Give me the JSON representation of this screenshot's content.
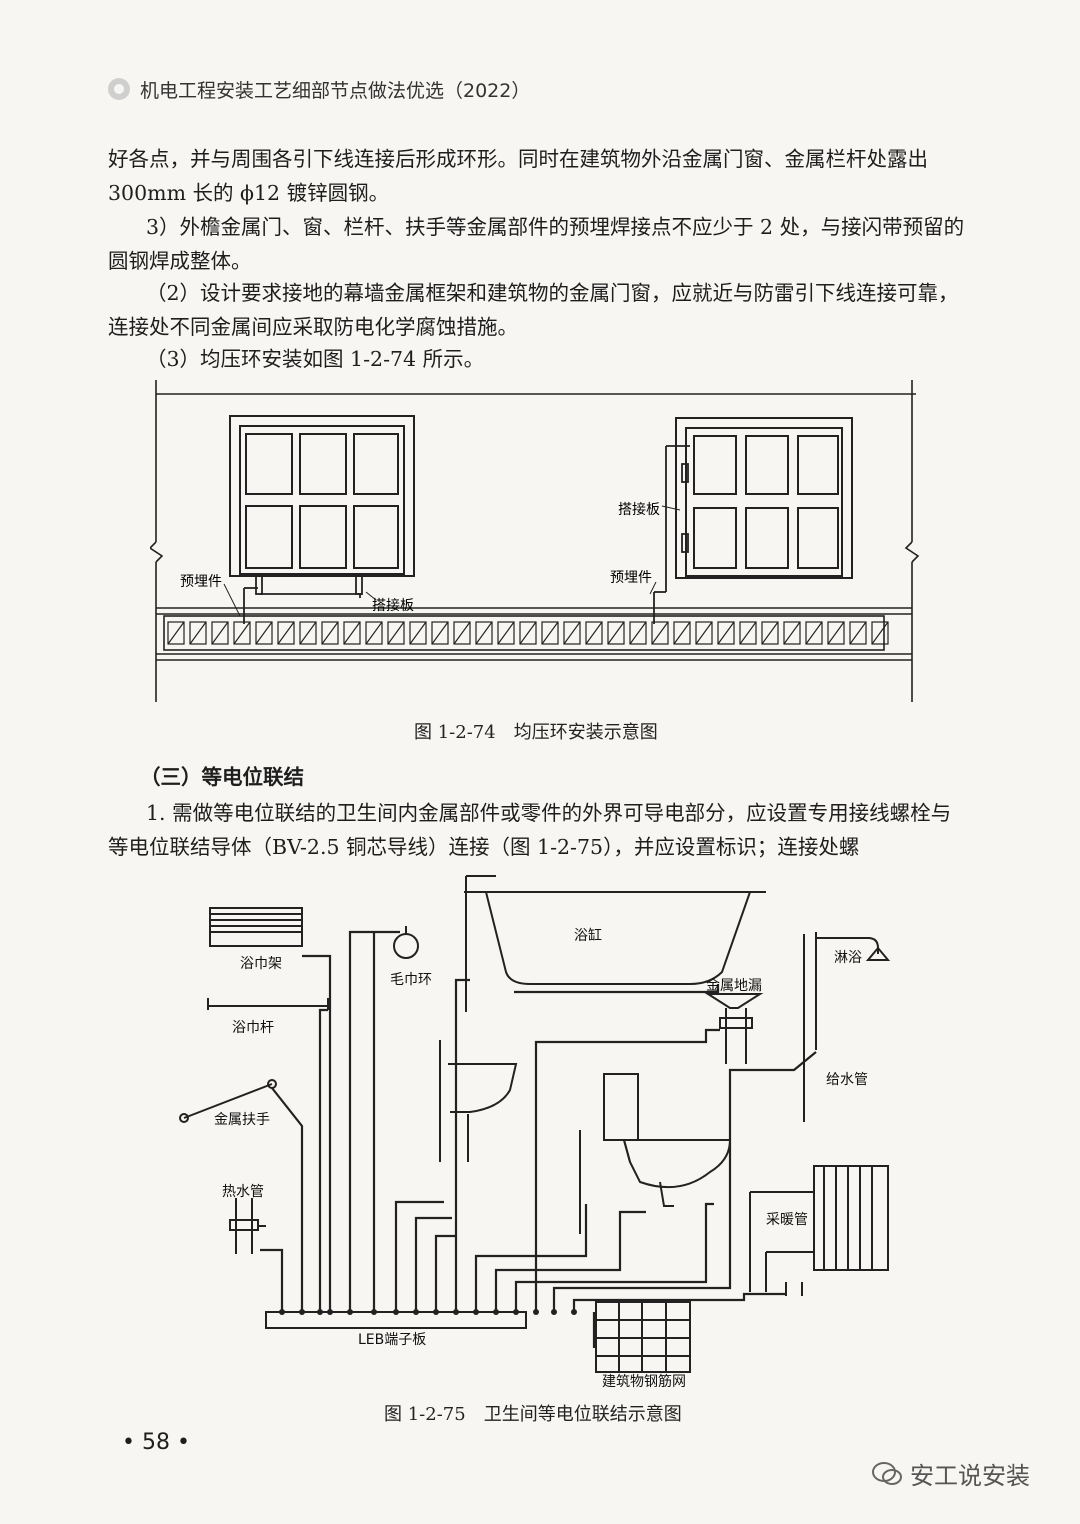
{
  "header": {
    "title": "机电工程安装工艺细部节点做法优选（2022）"
  },
  "paragraphs": [
    "好各点，并与周围各引下线连接后形成环形。同时在建筑物外沿金属门窗、金属栏杆处露出 300mm 长的 ϕ12 镀锌圆钢。",
    "3）外檐金属门、窗、栏杆、扶手等金属部件的预埋焊接点不应少于 2 处，与接闪带预留的圆钢焊成整体。",
    "（2）设计要求接地的幕墙金属框架和建筑物的金属门窗，应就近与防雷引下线连接可靠，连接处不同金属间应采取防电化学腐蚀措施。",
    "（3）均压环安装如图 1-2-74 所示。"
  ],
  "figure1": {
    "labels": {
      "embed_left": "预埋件",
      "lap_left": "搭接板",
      "lap_right": "搭接板",
      "embed_right": "预埋件"
    },
    "caption": "图 1-2-74　均压环安装示意图"
  },
  "section": {
    "title": "（三）等电位联结"
  },
  "para2": "1. 需做等电位联结的卫生间内金属部件或零件的外界可导电部分，应设置专用接线螺栓与等电位联结导体（BV-2.5 铜芯导线）连接（图 1-2-75），并应设置标识；连接处螺",
  "figure2": {
    "labels": {
      "towel_rack": "浴巾架",
      "towel_ring": "毛巾环",
      "bathtub": "浴缸",
      "shower": "淋浴",
      "floor_drain": "金属地漏",
      "towel_bar": "浴巾杆",
      "handrail": "金属扶手",
      "water_supply": "给水管",
      "hot_water": "热水管",
      "heating": "采暖管",
      "leb": "LEB端子板",
      "rebar_mesh": "建筑物钢筋网"
    },
    "caption": "图 1-2-75　卫生间等电位联结示意图"
  },
  "footer": {
    "page_number": "• 58 •",
    "watermark": "安工说安装"
  }
}
